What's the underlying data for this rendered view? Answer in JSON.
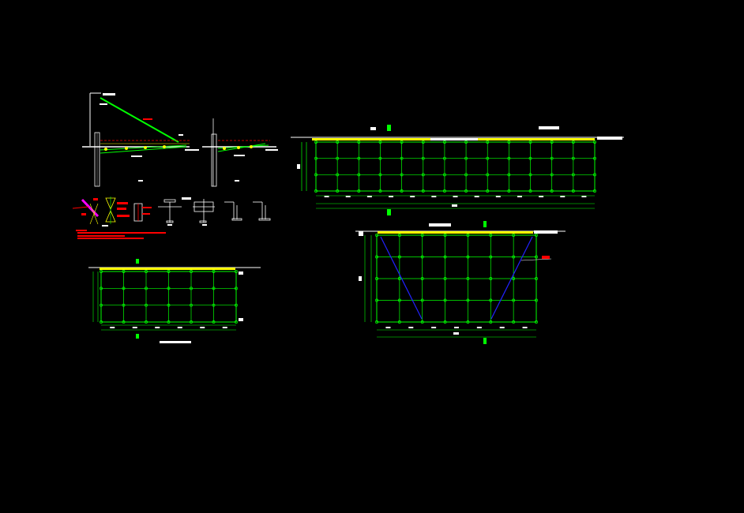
{
  "drawing": {
    "background": "#000000",
    "colors": {
      "green": "#00ff00",
      "white": "#ffffff",
      "yellow": "#ffff00",
      "red": "#ff0000",
      "blue": "#2222ff",
      "magenta": "#ff00ff",
      "gray": "#bfbfbf"
    },
    "views": [
      {
        "id": "section-view",
        "kind": "cross-section with inclined stay"
      },
      {
        "id": "detail-row",
        "kind": "connection details"
      },
      {
        "id": "plan-top-right",
        "kind": "grid plan",
        "rows": 3,
        "cols": 13
      },
      {
        "id": "plan-left",
        "kind": "grid plan",
        "rows": 3,
        "cols": 6
      },
      {
        "id": "plan-bottom-right",
        "kind": "grid plan with diagonal bracing",
        "rows": 4,
        "cols": 7
      }
    ]
  }
}
